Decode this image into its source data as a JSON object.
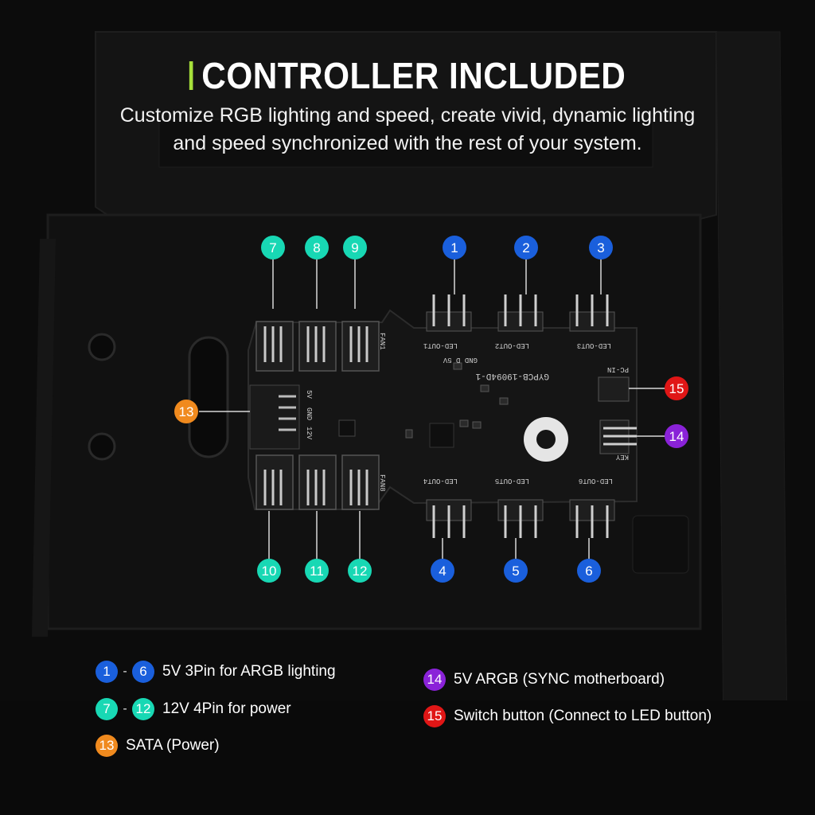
{
  "title": "CONTROLLER INCLUDED",
  "subtitle_line1": "Customize RGB lighting and speed, create vivid, dynamic lighting",
  "subtitle_line2": "and speed synchronized with the rest of your system.",
  "colors": {
    "accent_bar": "#a6e03a",
    "argb_ports": "#1a5fdc",
    "power_ports": "#18d8b4",
    "sata": "#f08a1e",
    "sync": "#8a22d8",
    "switch": "#e01616"
  },
  "callouts": [
    "1",
    "2",
    "3",
    "4",
    "5",
    "6",
    "7",
    "8",
    "9",
    "10",
    "11",
    "12",
    "13",
    "14",
    "15"
  ],
  "pcb_text": {
    "fan1": "FAN1",
    "fan8": "FAN8",
    "pcb_id": "GYPCB-19094D-1",
    "led_out1": "LED-OUT1",
    "led_out2": "LED-OUT2",
    "led_out3": "LED-OUT3",
    "led_out4": "LED-OUT4",
    "led_out5": "LED-OUT5",
    "led_out6": "LED-OUT6",
    "pin_labels": "GND D 5V",
    "sata_5v": "5V",
    "sata_gnd": "GND",
    "sata_12v": "12V",
    "pc_in": "PC-IN",
    "key": "KEY"
  },
  "legend": {
    "argb": {
      "from": "1",
      "to": "6",
      "dash": "-",
      "label": "5V 3Pin for ARGB lighting"
    },
    "power": {
      "from": "7",
      "to": "12",
      "dash": "-",
      "label": "12V 4Pin for power"
    },
    "sata": {
      "num": "13",
      "label": "SATA (Power)"
    },
    "sync": {
      "num": "14",
      "label": "5V ARGB (SYNC motherboard)"
    },
    "switch": {
      "num": "15",
      "label": "Switch button (Connect to LED button)"
    }
  }
}
